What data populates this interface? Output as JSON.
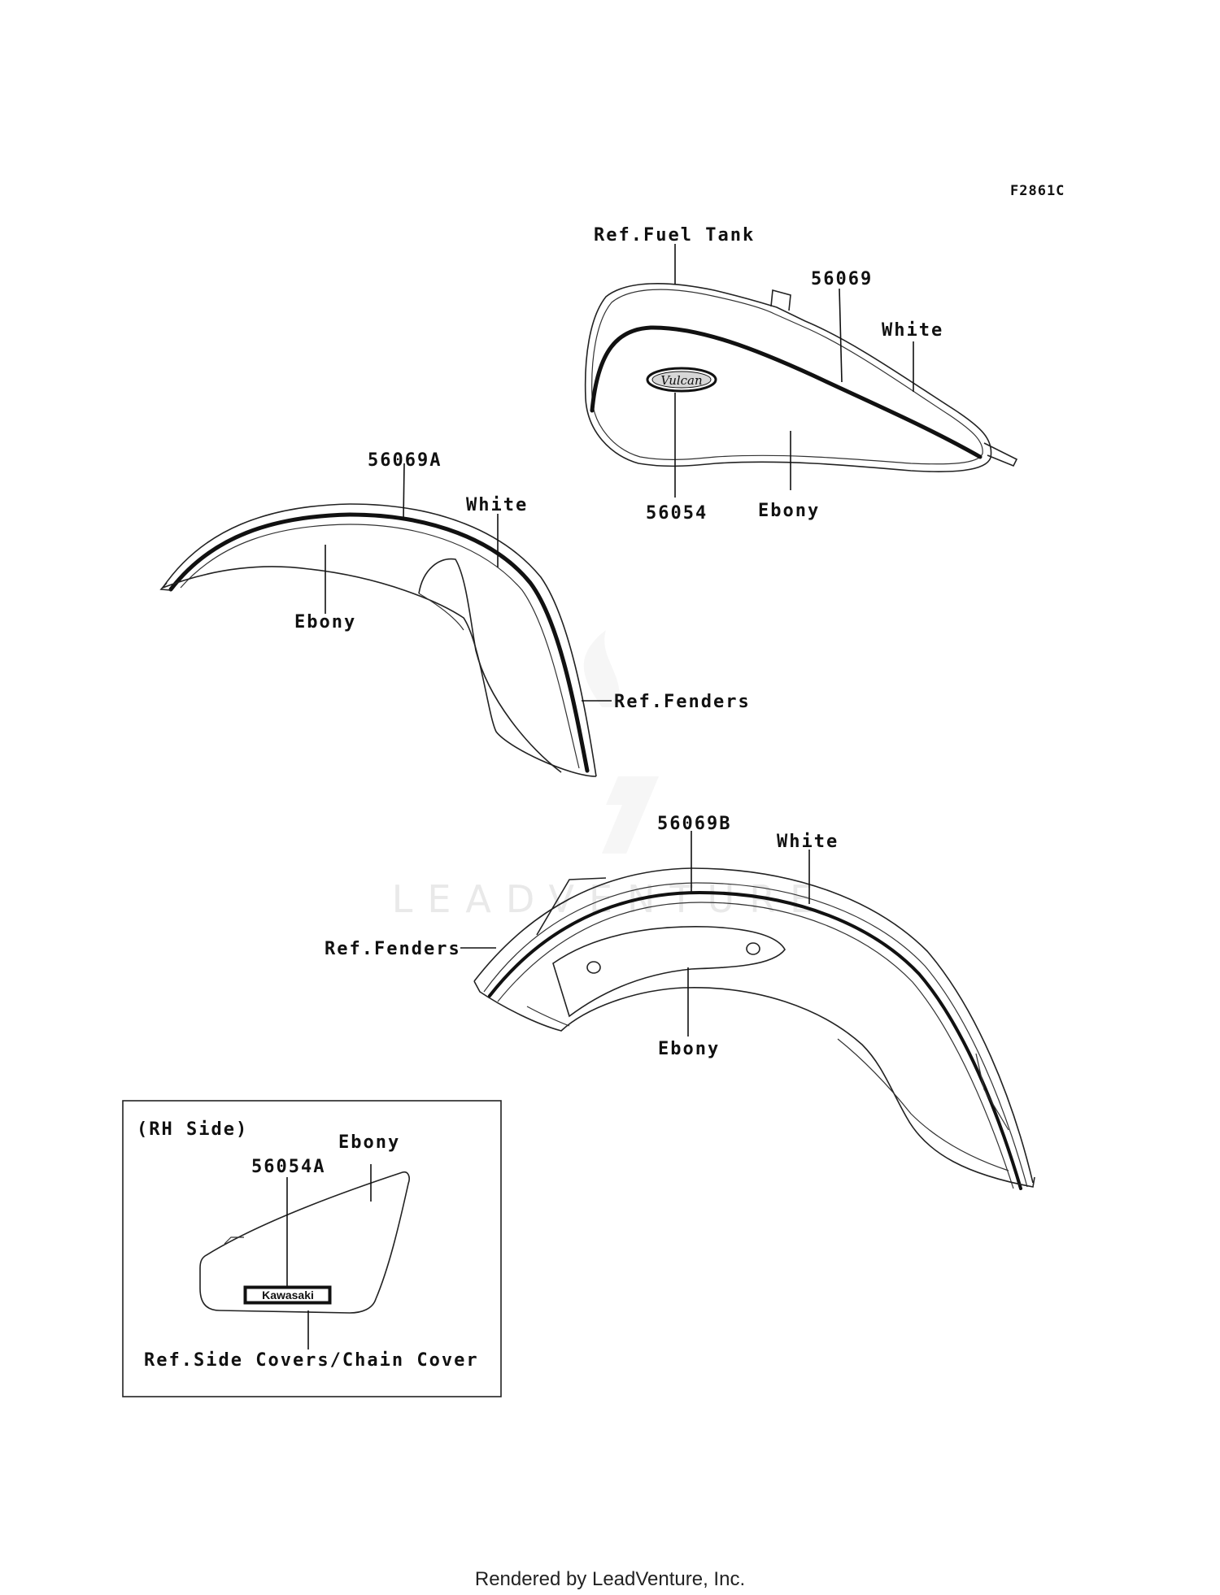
{
  "figure_code": "F2861C",
  "watermark": "LEADVENTURE",
  "footer": "Rendered by LeadVenture, Inc.",
  "colors": {
    "line": "#222222",
    "stripe": "#111111",
    "watermark": "#e9e9e9",
    "background": "#ffffff"
  },
  "fuel_tank": {
    "ref_label": "Ref.Fuel Tank",
    "stripe_part": "56069",
    "stripe_color": "White",
    "emblem_part": "56054",
    "emblem_text": "Vulcan",
    "body_color": "Ebony"
  },
  "front_fender": {
    "stripe_part": "56069A",
    "stripe_color": "White",
    "body_color": "Ebony",
    "ref_label": "Ref.Fenders"
  },
  "rear_fender": {
    "stripe_part": "56069B",
    "stripe_color": "White",
    "ref_label": "Ref.Fenders",
    "body_color": "Ebony"
  },
  "side_cover": {
    "side_label": "(RH Side)",
    "body_color": "Ebony",
    "emblem_part": "56054A",
    "emblem_text": "Kawasaki",
    "ref_label": "Ref.Side Covers/Chain Cover"
  }
}
